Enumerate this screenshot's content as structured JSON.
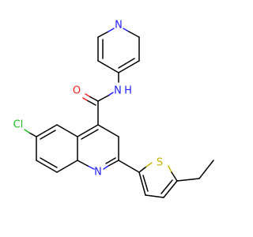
{
  "atoms": {
    "pyridine_n": {
      "text": "N",
      "color": "#2020ff"
    },
    "amide_o": {
      "text": "O",
      "color": "#ff2020"
    },
    "amide_nh": {
      "text": "N",
      "color": "#2020ff"
    },
    "amide_h": {
      "text": "H",
      "color": "#2020ff"
    },
    "chlorine": {
      "text": "Cl",
      "color": "#1fbf1f"
    },
    "quinoline_n": {
      "text": "N",
      "color": "#2020ff"
    },
    "thiophene_s": {
      "text": "S",
      "color": "#c8b400"
    }
  }
}
